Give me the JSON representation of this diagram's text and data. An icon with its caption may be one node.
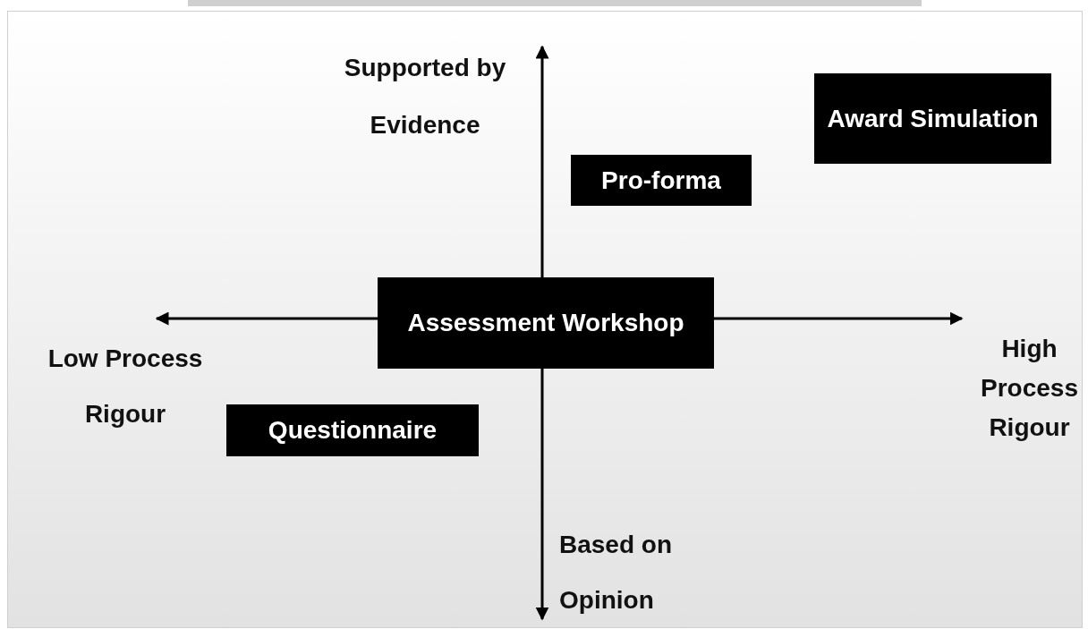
{
  "diagram": {
    "nodes": [
      {
        "text": [
          "Award Simulation"
        ]
      },
      {
        "text": [
          "Pro-forma"
        ]
      },
      {
        "text": [
          "Assessment Workshop"
        ]
      },
      {
        "text": [
          "Questionnaire"
        ]
      }
    ],
    "labels": [
      "Supported by Evidence",
      "Low Process Rigour",
      "High Process Rigour",
      "Based on Opinion"
    ]
  }
}
